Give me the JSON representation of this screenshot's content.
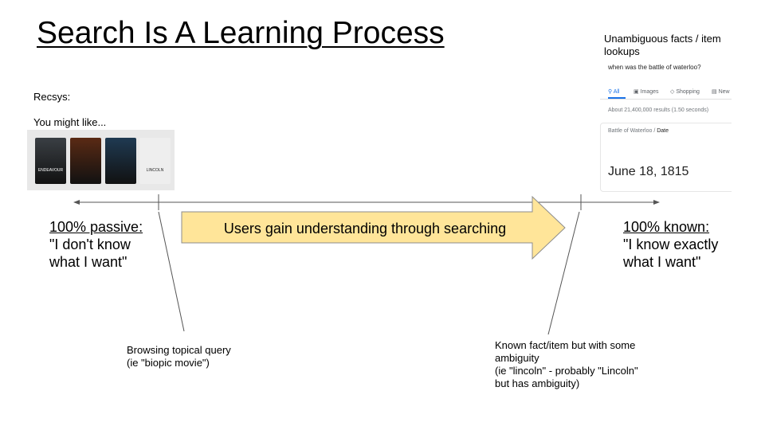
{
  "title": "Search Is A Learning Process",
  "recsys": {
    "label": "Recsys:",
    "subtitle": "You might like...",
    "posters": [
      {
        "caption": "ENDEAVOUR",
        "color": "#3a3f44"
      },
      {
        "caption": "",
        "color": "#5a2a14"
      },
      {
        "caption": "",
        "color": "#1f3a52"
      },
      {
        "caption": "LINCOLN",
        "color": "#1a1a1a"
      }
    ]
  },
  "facts": {
    "heading": "Unambiguous facts / item lookups",
    "query": "when was the battle of waterloo?",
    "tabs": [
      {
        "icon": "search-icon",
        "label": "All",
        "active": true
      },
      {
        "icon": "image-icon",
        "label": "Images",
        "active": false
      },
      {
        "icon": "tag-icon",
        "label": "Shopping",
        "active": false
      },
      {
        "icon": "news-icon",
        "label": "New",
        "active": false
      }
    ],
    "stats": "About 21,400,000 results (1.50 seconds)",
    "crumb_topic": "Battle of Waterloo",
    "crumb_attr": "Date",
    "answer": "June 18, 1815"
  },
  "axis": {
    "left_heading": "100% passive:",
    "left_body": "\"I don't know what I want\"",
    "right_heading": "100% known:",
    "right_body": "\"I know exactly what I want\""
  },
  "arrow_label": "Users gain understanding through searching",
  "annotations": {
    "browsing_title": "Browsing topical query",
    "browsing_example": "(ie \"biopic movie\")",
    "known_title": "Known fact/item but with some ambiguity",
    "known_example": "(ie \"lincoln\" - probably \"Lincoln\" but has ambiguity)"
  },
  "colors": {
    "arrow_fill": "#ffe599",
    "arrow_stroke": "#8c8c8c",
    "line": "#555555",
    "google_blue": "#1a73e8"
  }
}
